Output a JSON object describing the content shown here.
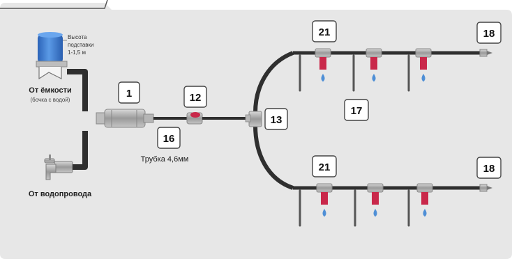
{
  "tank": {
    "label": "От ёмкости",
    "sublabel": "(бочка с водой)",
    "height_note_lines": [
      "Высота",
      "подставки",
      "1-1,5 м"
    ]
  },
  "tap": {
    "label": "От водопровода"
  },
  "tube": {
    "label": "Трубка 4,6мм"
  },
  "part_numbers": {
    "filter": "1",
    "valve": "12",
    "tube": "16",
    "tee": "13",
    "dropper_top": "21",
    "dropper_bottom": "21",
    "end_top": "18",
    "end_bottom": "18",
    "stake": "17"
  },
  "colors": {
    "background": "#e7e7e7",
    "pipe": "#3a3a3a",
    "dropper_red": "#c9284a",
    "drop_blue": "#4f8fd6",
    "tank_blue": "#3b78d4",
    "tag_border": "#444444"
  }
}
